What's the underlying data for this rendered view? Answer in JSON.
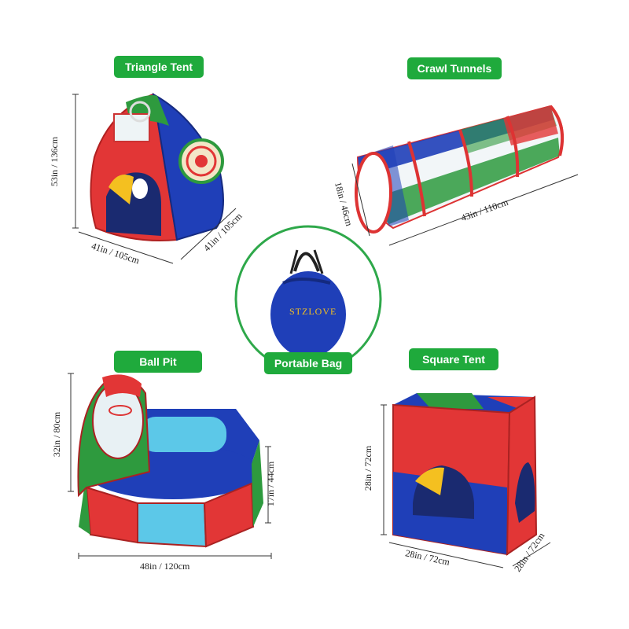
{
  "colors": {
    "label_green": "#1faa3c",
    "red": "#e23636",
    "blue": "#1f3fb8",
    "green": "#2e9a3e",
    "light_blue": "#5cc8e8",
    "yellow": "#f4c020",
    "bag_blue": "#1f3fb8",
    "circle_border": "#2ea84a"
  },
  "sections": {
    "triangle_tent": {
      "label": "Triangle Tent",
      "height_dim": "53in / 136cm",
      "width_dim": "41in / 105cm",
      "depth_dim": "41in / 105cm"
    },
    "crawl_tunnels": {
      "label": "Crawl Tunnels",
      "diameter_dim": "18in / 46cm",
      "length_dim": "43in / 110cm"
    },
    "portable_bag": {
      "label": "Portable Bag",
      "brand": "STZLOVE"
    },
    "ball_pit": {
      "label": "Ball Pit",
      "tall_dim": "32in / 80cm",
      "wall_dim": "17in / 44cm",
      "width_dim": "48in / 120cm"
    },
    "square_tent": {
      "label": "Square Tent",
      "height_dim": "28in / 72cm",
      "width_dim": "28in / 72cm",
      "depth_dim": "28in / 72cm"
    }
  }
}
